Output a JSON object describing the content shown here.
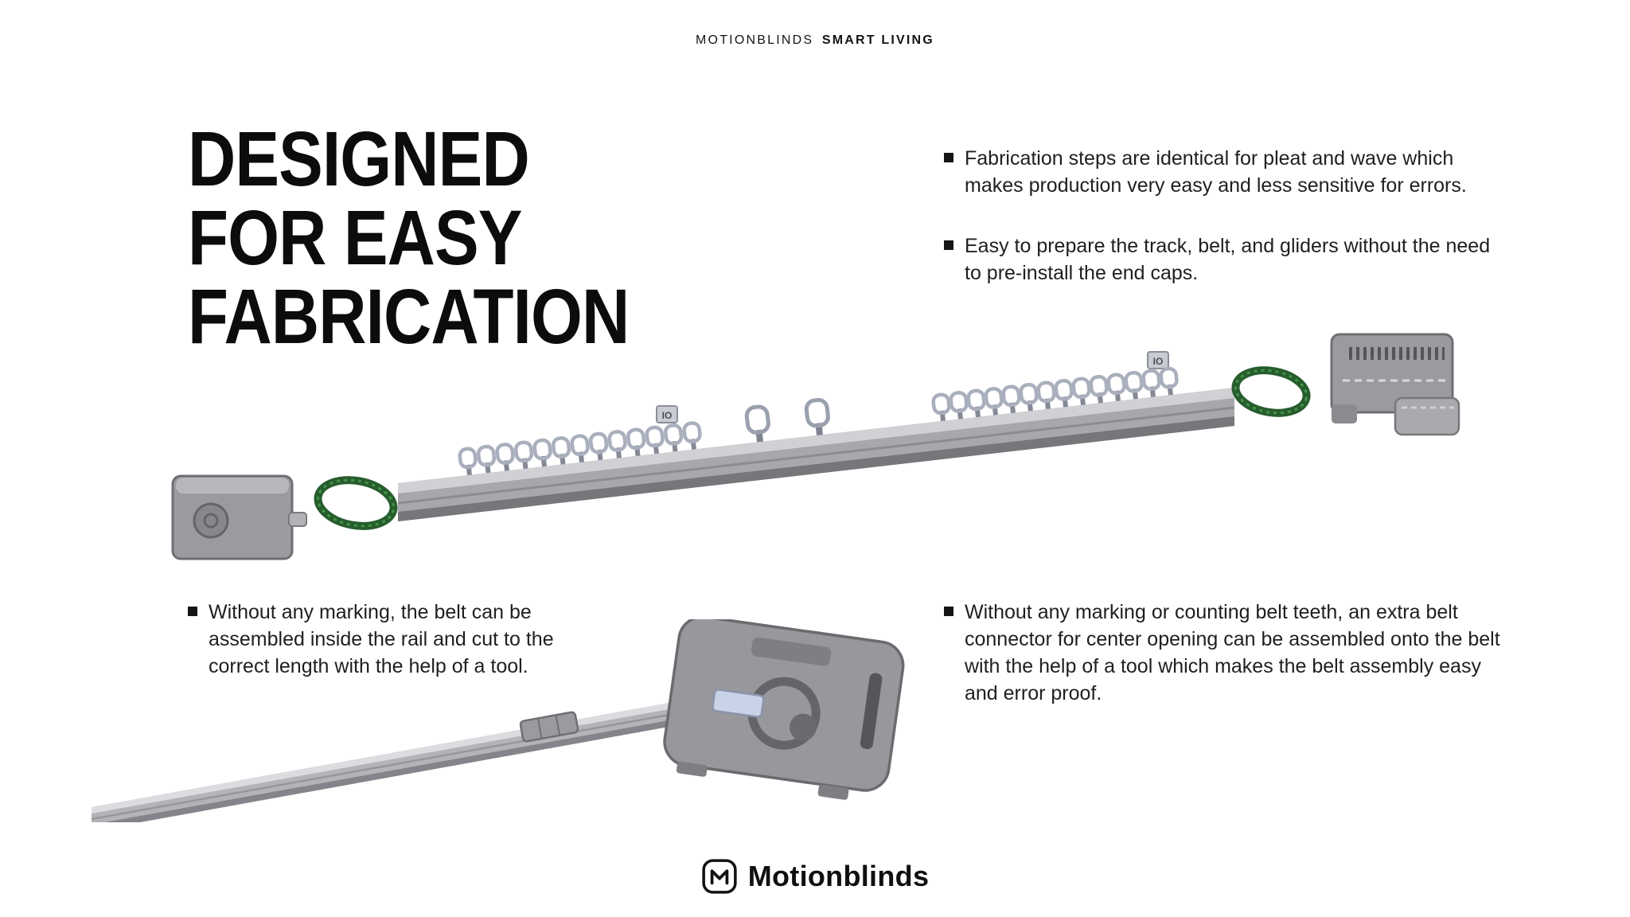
{
  "header": {
    "brand_regular": "MOTIONBLINDS",
    "brand_bold": "SMART LIVING"
  },
  "title": {
    "line1": "DESIGNED",
    "line2": "FOR EASY",
    "line3": "FABRICATION"
  },
  "bullets_top": [
    "Fabrication steps are identical for pleat and wave which makes production very easy and less sensitive for errors.",
    "Easy to prepare the track, belt, and gliders without the need to pre-install the end caps."
  ],
  "bullets_bottom_left": [
    "Without any marking, the belt can be assembled inside the rail and cut to the correct length with the help of a tool."
  ],
  "bullets_bottom_right": [
    "Without any marking or counting belt teeth, an extra belt connector for center opening can be assembled onto the belt with the help of a tool which makes the belt assembly easy and error proof."
  ],
  "illustrations": {
    "track": {
      "tag_label": "IO"
    }
  },
  "footer": {
    "logo_text": "Motionblinds"
  },
  "colors": {
    "text": "#1e1e1e",
    "belt_green": "#2a6b31",
    "metal_gray": "#a7a7ac"
  }
}
